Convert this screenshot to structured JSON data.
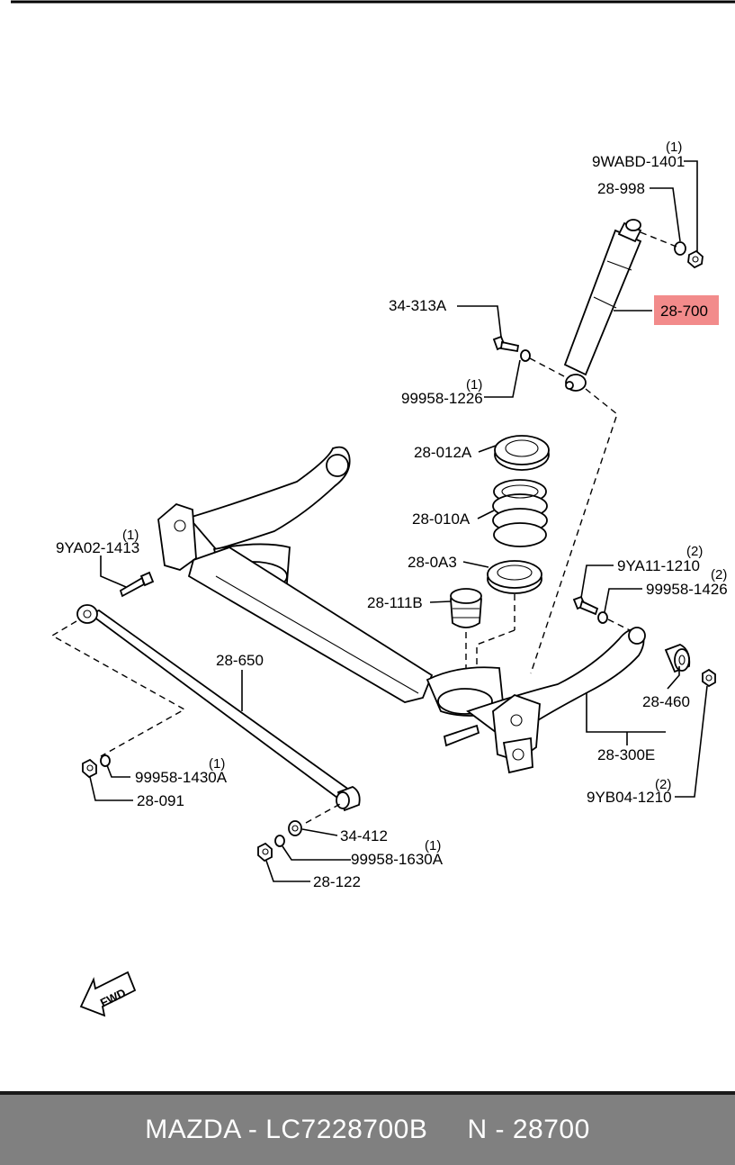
{
  "callouts": {
    "c9wabd": {
      "code": "9WABD-1401",
      "qty": "(1)"
    },
    "c28998": {
      "code": "28-998"
    },
    "c28700": {
      "code": "28-700",
      "highlight": "#f28b8b"
    },
    "c34313a": {
      "code": "34-313A"
    },
    "c99958_1226": {
      "code": "99958-1226",
      "qty": "(1)"
    },
    "c28012a": {
      "code": "28-012A"
    },
    "c28010a": {
      "code": "28-010A"
    },
    "c280a3": {
      "code": "28-0A3"
    },
    "c28111b": {
      "code": "28-111B"
    },
    "c9ya02": {
      "code": "9YA02-1413",
      "qty": "(1)"
    },
    "c9ya11": {
      "code": "9YA11-1210",
      "qty": "(2)"
    },
    "c99958_1426": {
      "code": "99958-1426",
      "qty": "(2)"
    },
    "c28650": {
      "code": "28-650"
    },
    "c28460": {
      "code": "28-460"
    },
    "c28300e": {
      "code": "28-300E"
    },
    "c9yb04": {
      "code": "9YB04-1210",
      "qty": "(2)"
    },
    "c99958_1430a": {
      "code": "99958-1430A",
      "qty": "(1)"
    },
    "c28091": {
      "code": "28-091"
    },
    "c34412": {
      "code": "34-412"
    },
    "c99958_1630a": {
      "code": "99958-1630A",
      "qty": "(1)"
    },
    "c28122": {
      "code": "28-122"
    }
  },
  "fwd_label": "FWD",
  "footer": {
    "text": "MAZDA - LC7228700B     N - 28700"
  }
}
